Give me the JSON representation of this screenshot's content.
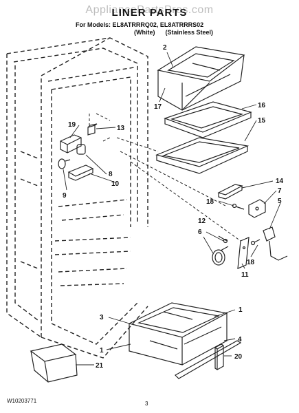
{
  "watermark": "AppliancePartsPros.com",
  "header": {
    "title": "LINER PARTS",
    "models": "For Models: EL8ATRRRQ02, EL8ATRRRS02",
    "finishes": "(White)      (Stainless Steel)"
  },
  "callouts": {
    "c1a": "1",
    "c1b": "1",
    "c2": "2",
    "c3": "3",
    "c4": "4",
    "c5": "5",
    "c6": "6",
    "c7": "7",
    "c8": "8",
    "c9": "9",
    "c10": "10",
    "c11": "11",
    "c12": "12",
    "c13": "13",
    "c14": "14",
    "c15": "15",
    "c16": "16",
    "c17": "17",
    "c18a": "18",
    "c18b": "18",
    "c19": "19",
    "c20": "20",
    "c21": "21"
  },
  "footer": {
    "code": "W10203771",
    "page": "3"
  }
}
